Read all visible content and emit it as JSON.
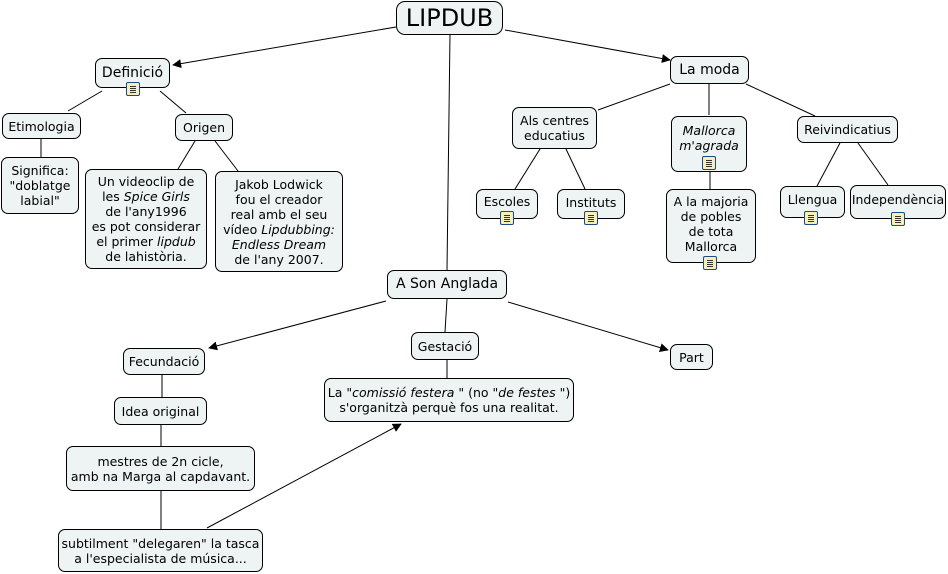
{
  "nodes": {
    "lipdub": "LIPDUB",
    "definicio": "Definició",
    "lamoda": "La moda",
    "etimologia": "Etimologia",
    "origen": "Origen",
    "significa": [
      "Significa:",
      "\"doblatge",
      "labial\""
    ],
    "videoclip": {
      "l1": "Un videoclip de",
      "l2a": "les ",
      "l2b": "Spice Girls",
      "l3": "de l'any1996",
      "l4": "es pot considerar",
      "l5a": "el primer ",
      "l5b": "lipdub",
      "l6": "de lahistòria."
    },
    "jakob": {
      "l1": "Jakob Lodwick",
      "l2": "fou el creador",
      "l3": "real amb el seu",
      "l4a": "vídeo ",
      "l4b": "Lipdubbing:",
      "l5": "Endless Dream",
      "l6": "de l'any 2007."
    },
    "centres": [
      "Als centres",
      "educatius"
    ],
    "mallorca": [
      "Mallorca",
      "m'agrada"
    ],
    "reivindicatius": "Reivindicatius",
    "escoles": "Escoles",
    "instituts": "Instituts",
    "majoria": [
      "A la majoria",
      "de pobles",
      "de tota",
      "Mallorca"
    ],
    "llengua": "Llengua",
    "independencia": "Independència",
    "sonanglada": "A Son Anglada",
    "fecundacio": "Fecundació",
    "gestacio": "Gestació",
    "part": "Part",
    "idea": "Idea original",
    "comissio": {
      "a": "La \"",
      "b": "comissió festera",
      "c": " \" (no \"",
      "d": "de festes",
      "e": " \")",
      "l2": "s'organitzà perquè fos una realitat."
    },
    "mestres": [
      "mestres de 2n cicle,",
      "amb na Marga al capdavant."
    ],
    "subtilment": [
      "subtilment \"delegaren\" la tasca",
      "a  l'especialista de música..."
    ]
  },
  "colors": {
    "node_fill": "#eef3f3",
    "border": "#000000",
    "doc_icon": "#f7efb8"
  }
}
